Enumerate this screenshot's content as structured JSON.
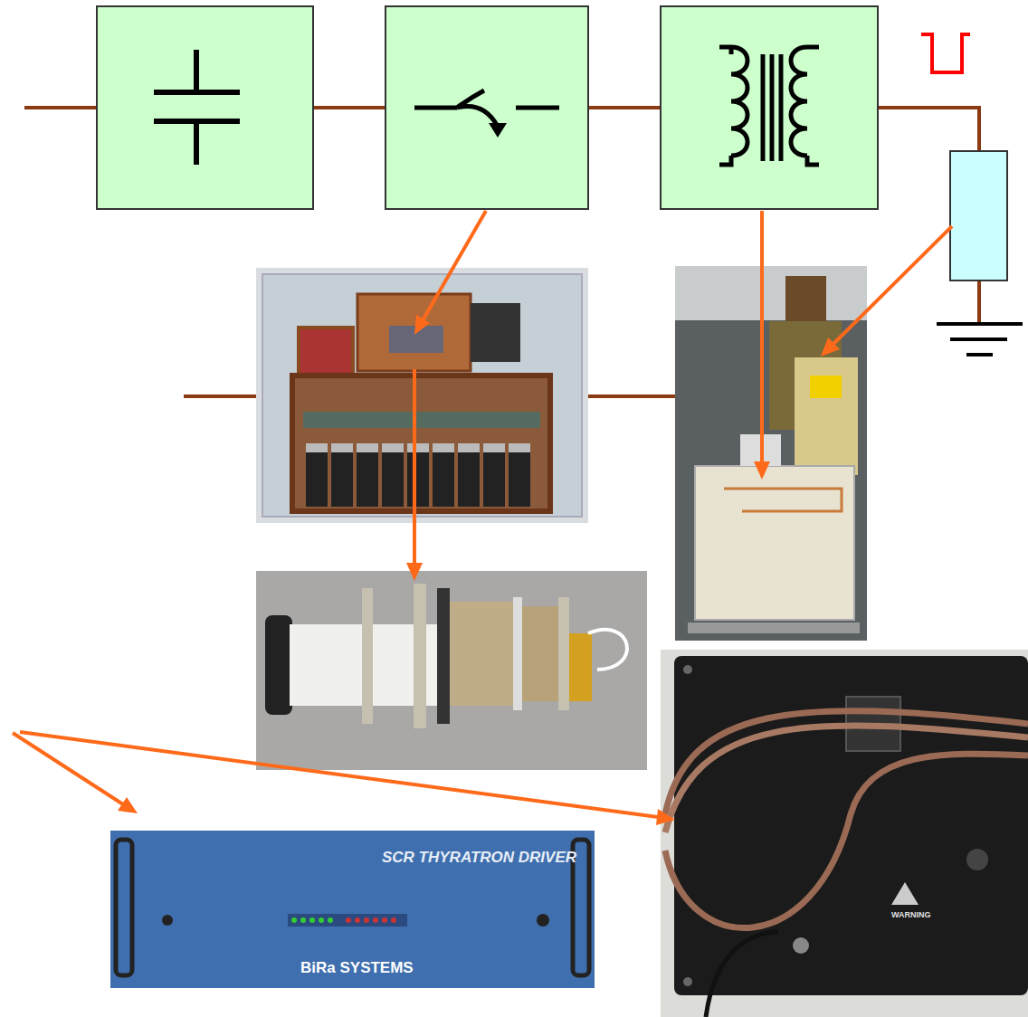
{
  "diagram": {
    "nodes": [
      {
        "text": [
          "SCR THYRATRON DRIVER",
          "BiRa SYSTEMS"
        ]
      }
    ],
    "labels": [
      "WARNING"
    ]
  }
}
